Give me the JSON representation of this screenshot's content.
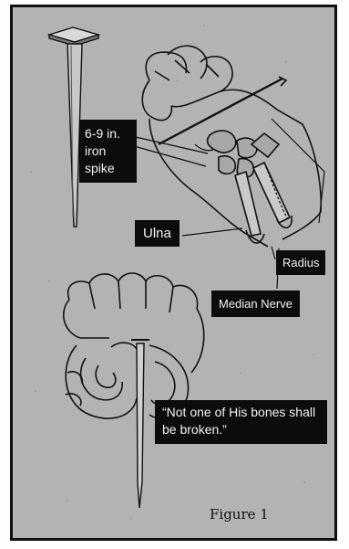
{
  "labels": {
    "spike": "6-9 in. iron spike",
    "ulna": "Ulna",
    "radius": "Radius",
    "median_nerve": "Median Nerve",
    "quote": "“Not one of His bones shall be broken.”"
  },
  "caption": "Figure 1",
  "colors": {
    "background": "#b3b3b3",
    "label_fill": "#0c0c0c",
    "label_text": "#f2f2f2",
    "ink": "#111111"
  }
}
